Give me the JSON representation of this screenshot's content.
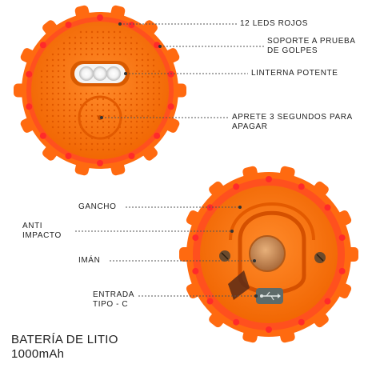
{
  "front_labels": {
    "leds": "12 LEDS ROJOS",
    "support": "SOPORTE A PRUEBA DE GOLPES",
    "flashlight": "LINTERNA POTENTE",
    "press": "APRETE 3 SEGUNDOS PARA APAGAR"
  },
  "back_labels": {
    "hook": "GANCHO",
    "anti_impact": "ANTI IMPACTO",
    "magnet": "IMÁN",
    "input": "ENTRADA TIPO - C"
  },
  "battery": {
    "line1": "BATERÍA DE LITIO",
    "line2": "1000mAh"
  },
  "colors": {
    "orange": "#ff7a1a",
    "dark_orange": "#e85d00",
    "red_led": "#ff2a2a",
    "bronze": "#c98a55"
  },
  "icons": {
    "usb": "usb-icon"
  }
}
